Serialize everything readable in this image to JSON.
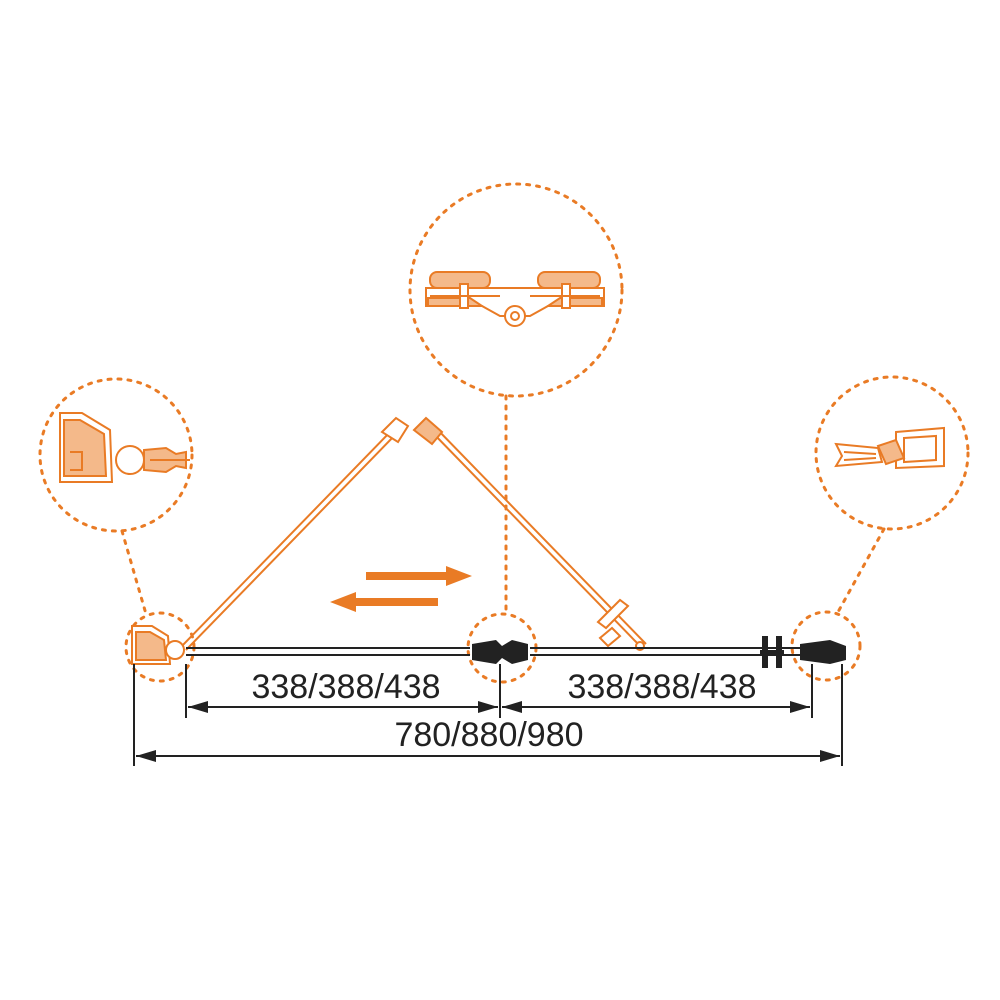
{
  "colors": {
    "accent": "#E97B25",
    "line": "#222222",
    "hatch": "#F4B98A",
    "background": "#FFFFFF"
  },
  "dimensions": {
    "left_leaf": "338/388/438",
    "right_leaf": "338/388/438",
    "overall": "780/880/980"
  },
  "details": [
    {
      "name": "left-wall-profile-detail"
    },
    {
      "name": "center-hinge-detail"
    },
    {
      "name": "right-wall-magnet-detail"
    }
  ],
  "arrows": [
    {
      "name": "open-right-arrow",
      "direction": "right"
    },
    {
      "name": "open-left-arrow",
      "direction": "left"
    }
  ]
}
